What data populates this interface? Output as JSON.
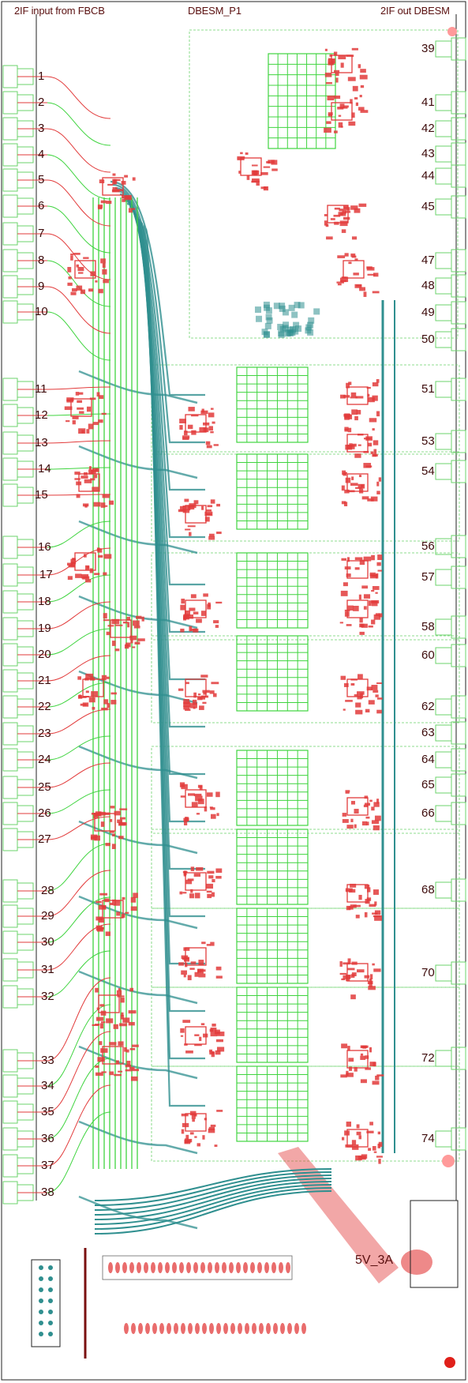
{
  "header": {
    "left_title": "2IF input from FBCB",
    "center_title": "DBESM_P1",
    "right_title": "2IF out DBESM"
  },
  "input_labels": [
    "1",
    "2",
    "3",
    "4",
    "5",
    "6",
    "7",
    "8",
    "9",
    "10",
    "11",
    "12",
    "13",
    "14",
    "15",
    "16",
    "17",
    "18",
    "19",
    "20",
    "21",
    "22",
    "23",
    "24",
    "25",
    "26",
    "27",
    "28",
    "29",
    "30",
    "31",
    "32",
    "33",
    "34",
    "35",
    "36",
    "37",
    "38"
  ],
  "output_labels": [
    "39",
    "41",
    "42",
    "43",
    "44",
    "45",
    "47",
    "48",
    "49",
    "50",
    "51",
    "53",
    "54",
    "56",
    "57",
    "58",
    "60",
    "62",
    "63",
    "64",
    "65",
    "66",
    "68",
    "70",
    "72",
    "74"
  ],
  "power_label": "5V_3A",
  "colors": {
    "copper_red": "#e23b3b",
    "trace_teal": "#2f8f8f",
    "trace_green": "#3fd43f",
    "outline_green": "#6bd36b",
    "label_dark": "#3c0a0a"
  }
}
